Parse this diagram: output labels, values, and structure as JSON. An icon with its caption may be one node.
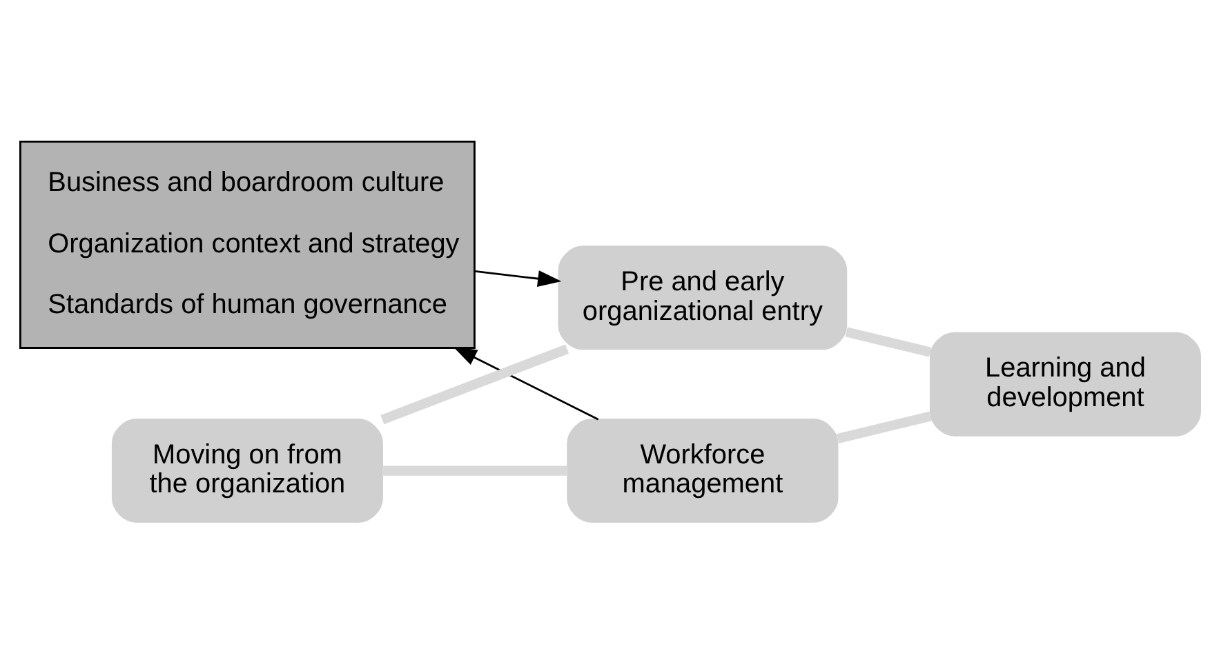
{
  "diagram": {
    "nodes": [
      {
        "text": [
          "Business and boardroom culture",
          "Organization context and strategy",
          "Standards of human governance"
        ]
      },
      {
        "text": [
          "Pre and early organizational entry"
        ]
      },
      {
        "text": [
          "Learning and development"
        ]
      },
      {
        "text": [
          "Workforce management"
        ]
      },
      {
        "text": [
          "Moving on from the organization"
        ]
      }
    ],
    "edges": [
      {
        "from": 0,
        "to": 1,
        "arrow": "to",
        "color": "#000000"
      },
      {
        "from": 3,
        "to": 0,
        "arrow": "to",
        "color": "#000000"
      },
      {
        "from": 4,
        "to": 1,
        "arrow": "none"
      },
      {
        "from": 1,
        "to": 2,
        "arrow": "none"
      },
      {
        "from": 4,
        "to": 3,
        "arrow": "none"
      },
      {
        "from": 3,
        "to": 2,
        "arrow": "none"
      }
    ]
  }
}
